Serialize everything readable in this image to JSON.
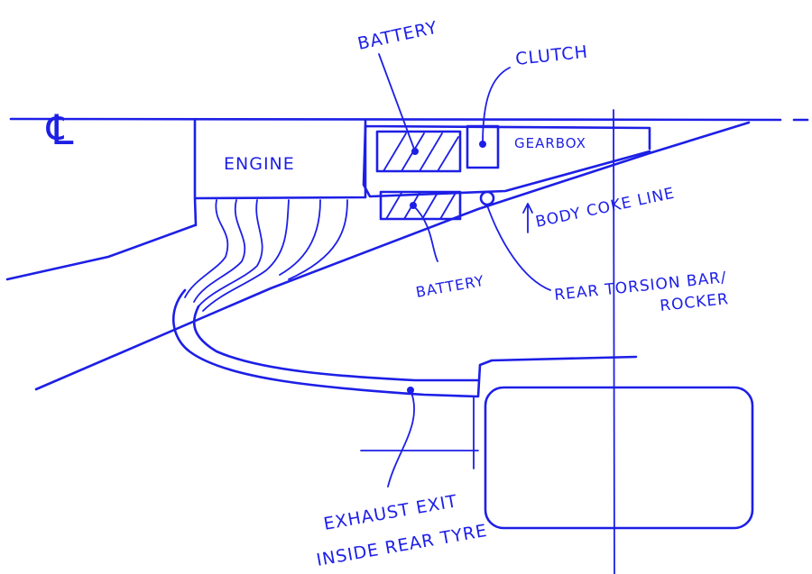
{
  "labels": {
    "engine": "ENGINE",
    "battery_upper": "BATTERY",
    "clutch": "CLUTCH",
    "gearbox": "GEARBOX",
    "body_coke_line": "BODY COKE LINE",
    "battery_lower": "BATTERY",
    "rear_torsion_bar": "REAR TORSION BAR/",
    "rocker": "ROCKER",
    "exhaust_line1": "EXHAUST EXIT",
    "exhaust_line2": "INSIDE REAR TYRE",
    "centerline_symbol": "℄"
  },
  "colors": {
    "ink": "#1d1fe6",
    "background": "#ffffff"
  }
}
